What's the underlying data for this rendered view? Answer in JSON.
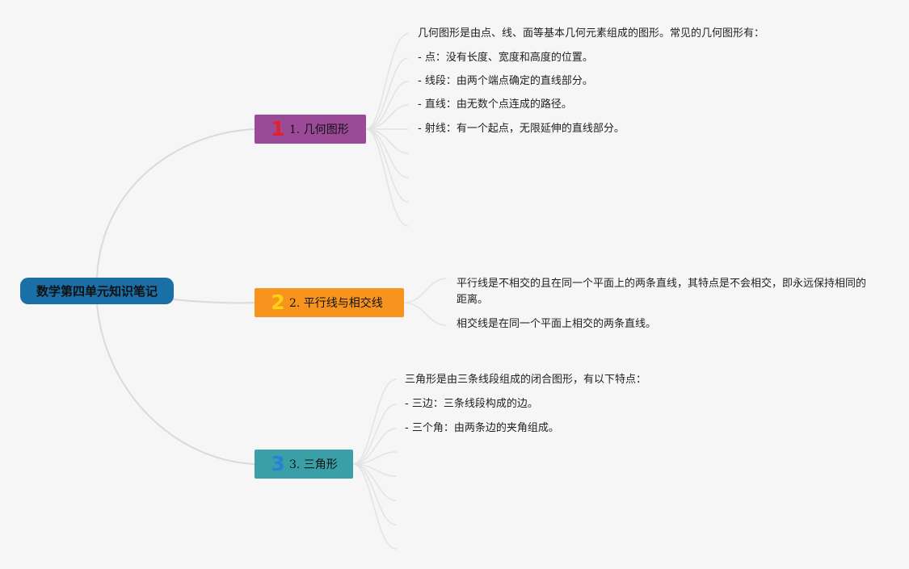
{
  "root": {
    "title": "数学第四单元知识笔记"
  },
  "branches": [
    {
      "number": "1",
      "label": "1. 几何图形",
      "color": "#9b4a97",
      "badge_color": "#e0232a",
      "notes": [
        "几何图形是由点、线、面等基本几何元素组成的图形。常见的几何图形有：",
        "- 点：没有长度、宽度和高度的位置。",
        "- 线段：由两个端点确定的直线部分。",
        "- 直线：由无数个点连成的路径。",
        "- 射线：有一个起点，无限延伸的直线部分。"
      ]
    },
    {
      "number": "2",
      "label": "2. 平行线与相交线",
      "color": "#f7941d",
      "badge_color": "#fcd116",
      "notes": [
        "平行线是不相交的且在同一个平面上的两条直线，其特点是不会相交，即永远保持相同的距离。",
        "相交线是在同一个平面上相交的两条直线。"
      ]
    },
    {
      "number": "3",
      "label": "3. 三角形",
      "color": "#3a9fa6",
      "badge_color": "#2b7fd4",
      "notes": [
        "三角形是由三条线段组成的闭合图形，有以下特点：",
        "- 三边：三条线段构成的边。",
        "- 三个角：由两条边的夹角组成。"
      ]
    }
  ]
}
